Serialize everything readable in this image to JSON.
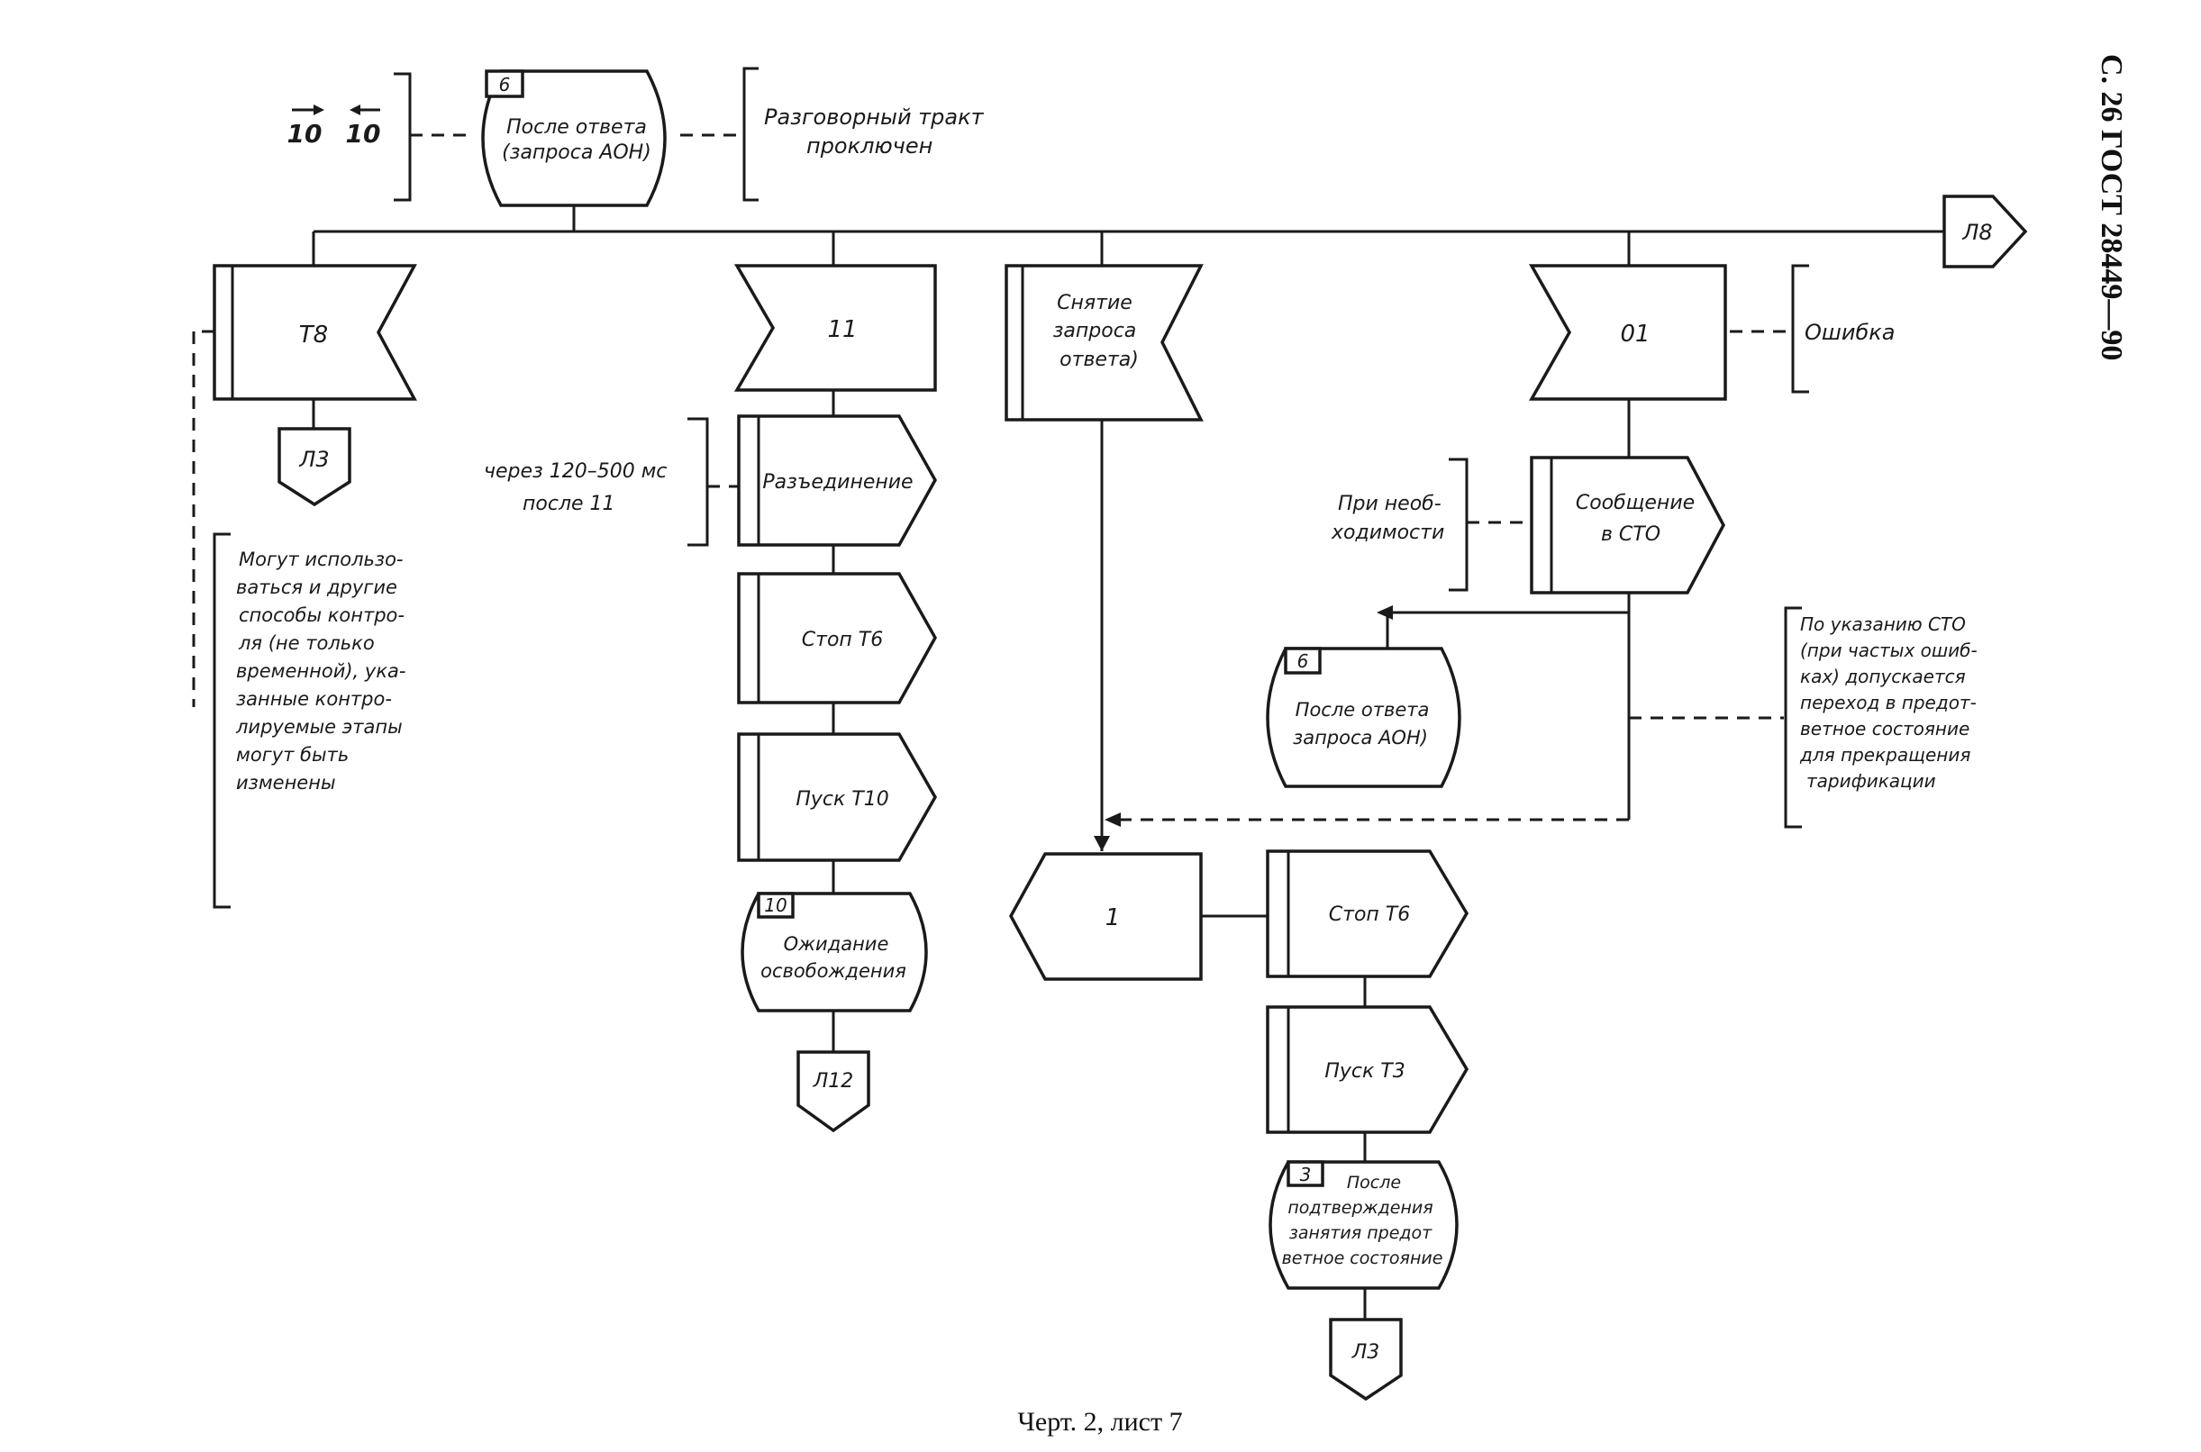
{
  "page_header": "С. 26 ГОСТ 28449—90",
  "caption": "Черт. 2, лист 7",
  "top": {
    "state_number": "6",
    "state_lines": [
      "После ответа",
      "(запроса АОН)"
    ],
    "left_signals": [
      "10",
      "10"
    ],
    "right_comment_lines": [
      "Разговорный тракт",
      "проключен"
    ],
    "connector_right": "Л8"
  },
  "inputs": {
    "t8": "Т8",
    "s11": "11",
    "removal_lines": [
      "Снятие",
      "запроса",
      "ответа)"
    ],
    "d01": "01",
    "error_comment": "Ошибка"
  },
  "branch_t8": {
    "connector": "Л3",
    "comment_lines": [
      "Могут использо-",
      "ваться и другие",
      "способы контро-",
      "ля (не только",
      "временной), ука-",
      "занные контро-",
      "лируемые этапы",
      "могут быть",
      "изменены"
    ]
  },
  "branch_11": {
    "comment_lines": [
      "через 120–500 мс",
      "после 11"
    ],
    "disconnect": "Разъединение",
    "stop": "Стоп Т6",
    "start": "Пуск Т10",
    "state_number": "10",
    "state_lines": [
      "Ожидание",
      "освобождения"
    ],
    "connector": "Л12"
  },
  "branch_01": {
    "comment_left_lines": [
      "При необ-",
      "ходимости"
    ],
    "message_lines": [
      "Сообщение",
      "в СТО"
    ],
    "state_number": "6",
    "state_lines": [
      "После ответа",
      "запроса АОН)"
    ],
    "comment_right_lines": [
      "По указанию СТО",
      "(при частых ошиб-",
      "ках) допускается",
      "переход в предот-",
      "ветное состояние",
      "для прекращения",
      "тарификации"
    ]
  },
  "branch_center": {
    "decision": "1",
    "stop": "Стоп Т6",
    "start": "Пуск Т3",
    "state_number": "3",
    "state_lines": [
      "После",
      "подтверждения",
      "занятия предот",
      "ветное состояние"
    ],
    "connector": "Л3"
  }
}
